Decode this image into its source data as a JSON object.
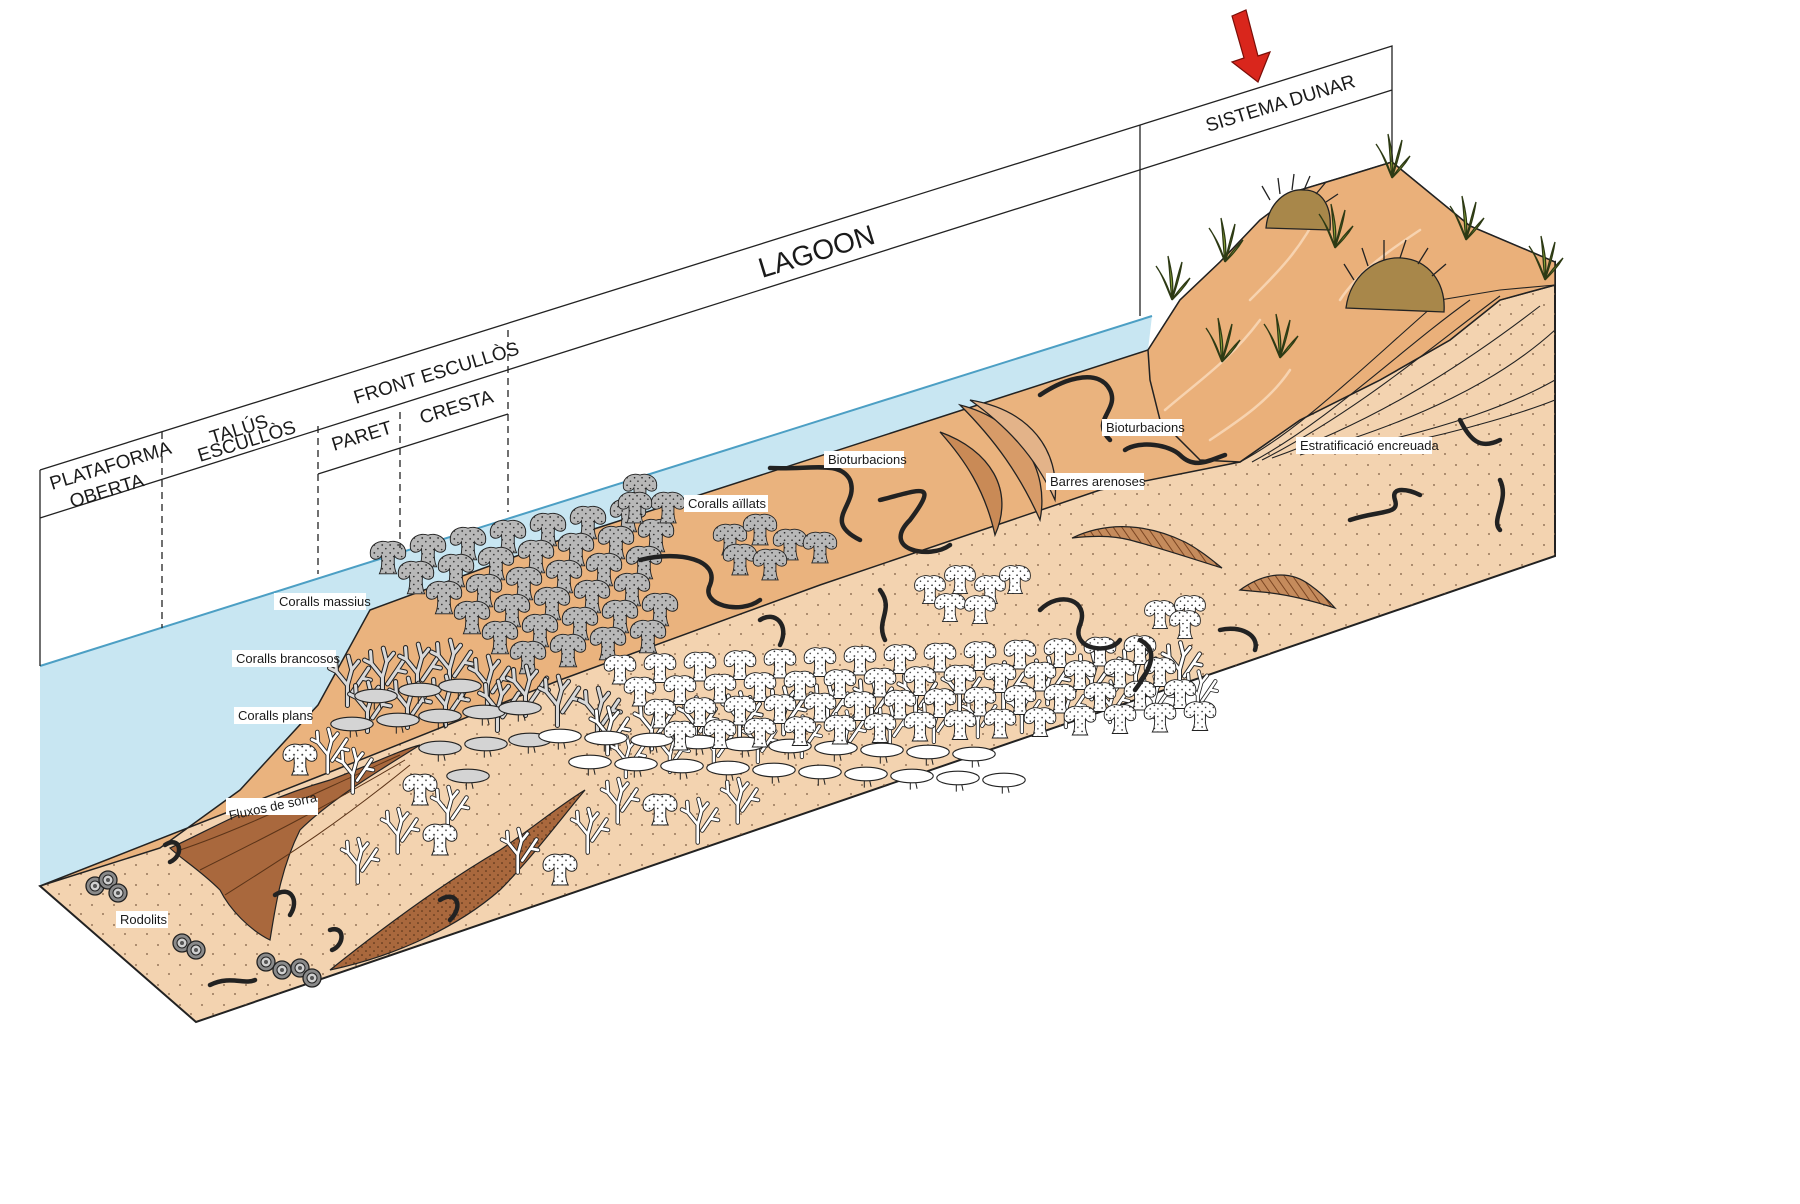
{
  "zones": {
    "plataforma_line1": "PLATAFORMA",
    "plataforma_line2": "OBERTA",
    "talus_line1": "TALÚS",
    "talus_line2": "ESCULLÒS",
    "front_esculls": "FRONT ESCULLÒS",
    "paret": "PARET",
    "cresta": "CRESTA",
    "lagoon": "LAGOON",
    "sistema_dunar": "SISTEMA DUNAR"
  },
  "labels": {
    "coralls_massius": "Coralls massius",
    "coralls_brancosos": "Coralls brancosos",
    "coralls_plans": "Coralls plans",
    "fluxos_de_sorra": "Fluxos de sorra",
    "rodolits": "Rodolits",
    "coralls_aillats": "Coralls aïllats",
    "bioturbacions_1": "Bioturbacions",
    "bioturbacions_2": "Bioturbacions",
    "barres_arenoses": "Barres arenoses",
    "estratificacio_encreuada": "Estratificació encreuada"
  },
  "colors": {
    "water": "#c8e6f2",
    "sand_top": "#eab37e",
    "sand_front": "#f3d3b0",
    "dune": "#eab07a",
    "sediment_flow": "#a9683d",
    "massive_coral": "#b8b8b8",
    "arrow": "#d9261c",
    "grass": "#8faa3a"
  },
  "icons": {
    "arrow": "down-arrow-icon",
    "massive_coral": "coral-head-icon",
    "branching_coral": "branching-coral-icon",
    "plate_coral": "plate-coral-icon",
    "rhodolith": "rhodolith-icon",
    "grass": "grass-tuft-icon"
  }
}
